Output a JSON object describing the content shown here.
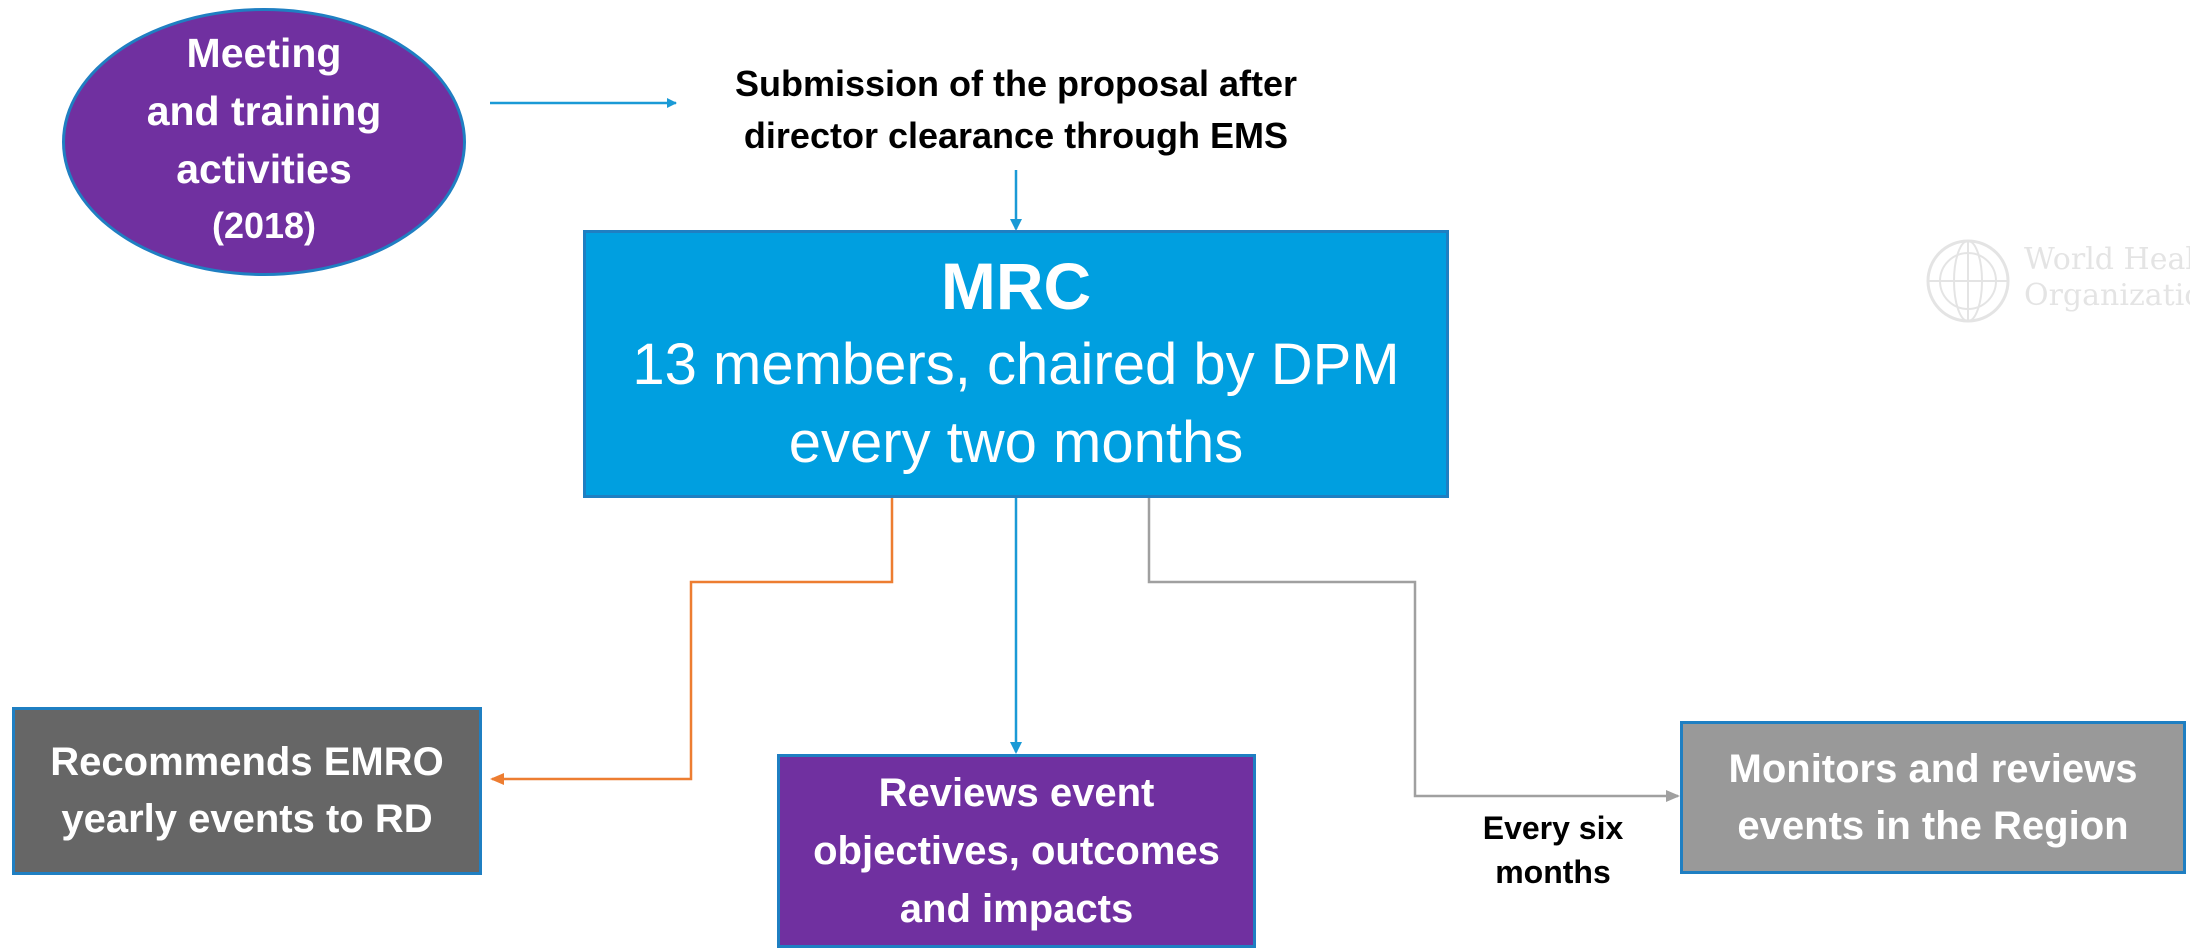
{
  "colors": {
    "purple": "#7030a0",
    "blue": "#009fe0",
    "dark_gray": "#666666",
    "light_gray": "#999999",
    "orange_arrow": "#ed7d31",
    "blue_arrow": "#1a9ad6",
    "gray_arrow": "#a0a0a0"
  },
  "meeting": {
    "lines": [
      "Meeting",
      "and training",
      "activities"
    ],
    "year": "(2018)"
  },
  "submission": {
    "lines": [
      "Submission of the proposal after",
      "director clearance through EMS"
    ]
  },
  "mrc": {
    "title": "MRC",
    "lines": [
      "13 members, chaired by DPM",
      "every two months"
    ]
  },
  "recommends": {
    "lines": [
      "Recommends EMRO",
      "yearly events to RD"
    ]
  },
  "reviews": {
    "lines": [
      "Reviews event",
      "objectives, outcomes",
      "and impacts"
    ]
  },
  "monitors": {
    "lines": [
      "Monitors and reviews",
      "events in the Region"
    ]
  },
  "every_six": {
    "lines": [
      "Every six",
      "months"
    ]
  },
  "watermark": {
    "lines": [
      "World Health",
      "Organization"
    ],
    "icon": "who-emblem-icon"
  }
}
